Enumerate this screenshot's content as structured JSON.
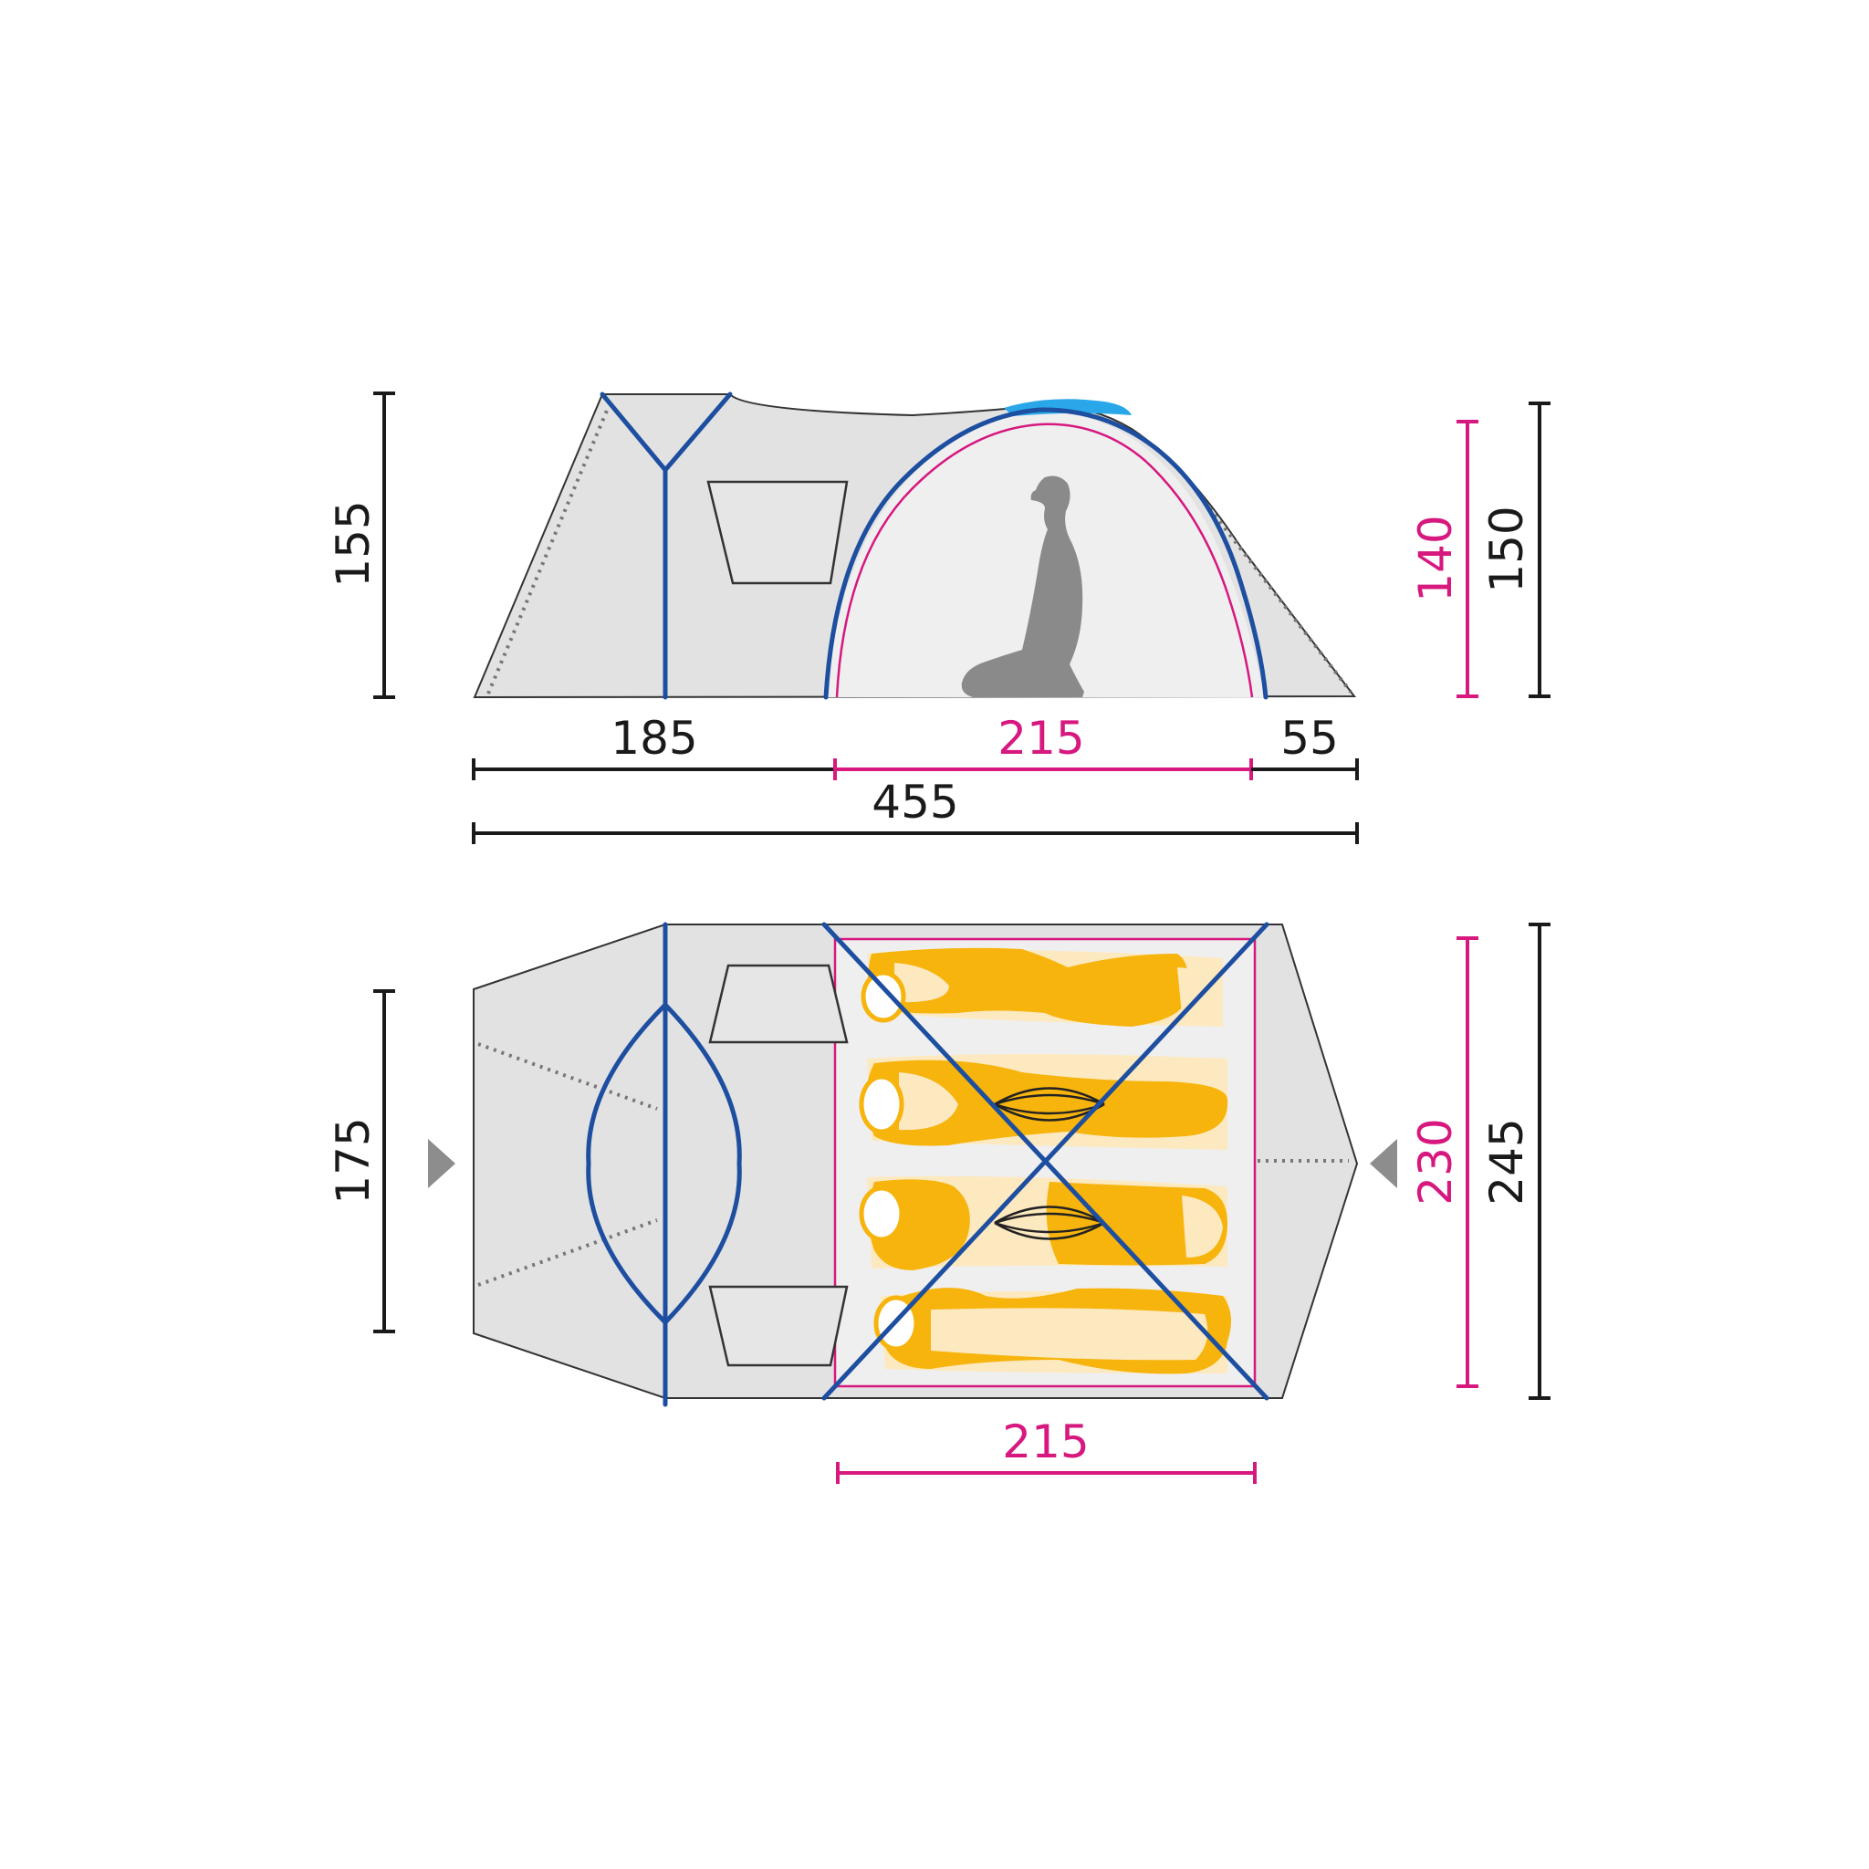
{
  "colors": {
    "pole": "#1d4ea0",
    "accent_magenta": "#d6187f",
    "fabric": "#e2e2e2",
    "sleeping_bag": "#f7b40d",
    "vent": "#2aa7e8",
    "silhouette": "#8a8a8a"
  },
  "side_view": {
    "height_total": "155",
    "height_inner": "140",
    "height_rear": "150",
    "length_vestibule": "185",
    "length_inner": "215",
    "length_rear": "55",
    "length_total": "455"
  },
  "top_view": {
    "width_front": "175",
    "width_inner": "230",
    "width_total": "245",
    "length_inner": "215",
    "entrance_icons": [
      "entrance-arrow-left-icon",
      "entrance-arrow-right-icon"
    ]
  }
}
